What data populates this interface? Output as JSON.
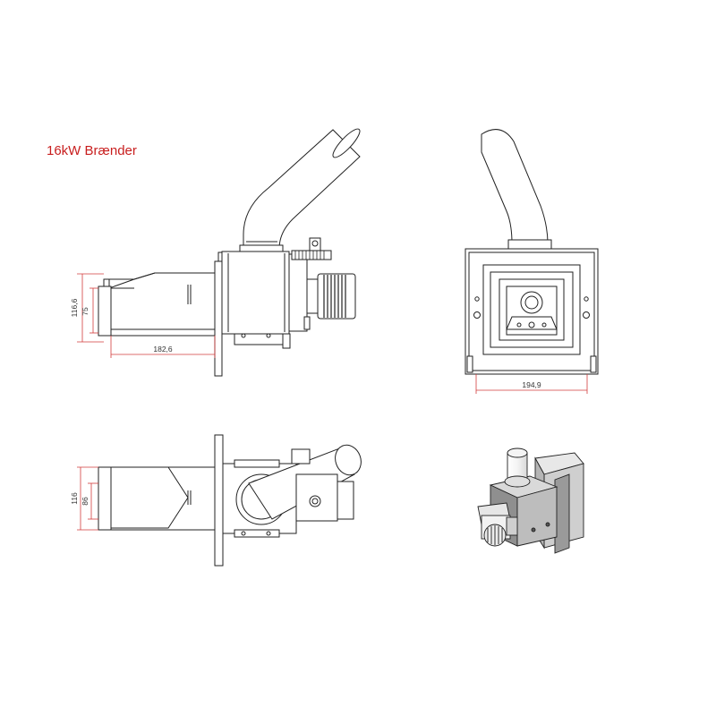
{
  "title": "16kW Brænder",
  "dimensions": {
    "side_height_total": "116,6",
    "side_height_inner": "75",
    "side_length": "182,6",
    "front_width": "194,9",
    "top_height_total": "116",
    "top_height_inner": "86"
  },
  "colors": {
    "title": "#c81e1e",
    "dimension_line": "#d23c3c",
    "drawing_line": "#222222",
    "fill_light": "#e2e2e2",
    "fill_dark": "#8c8c8c"
  }
}
